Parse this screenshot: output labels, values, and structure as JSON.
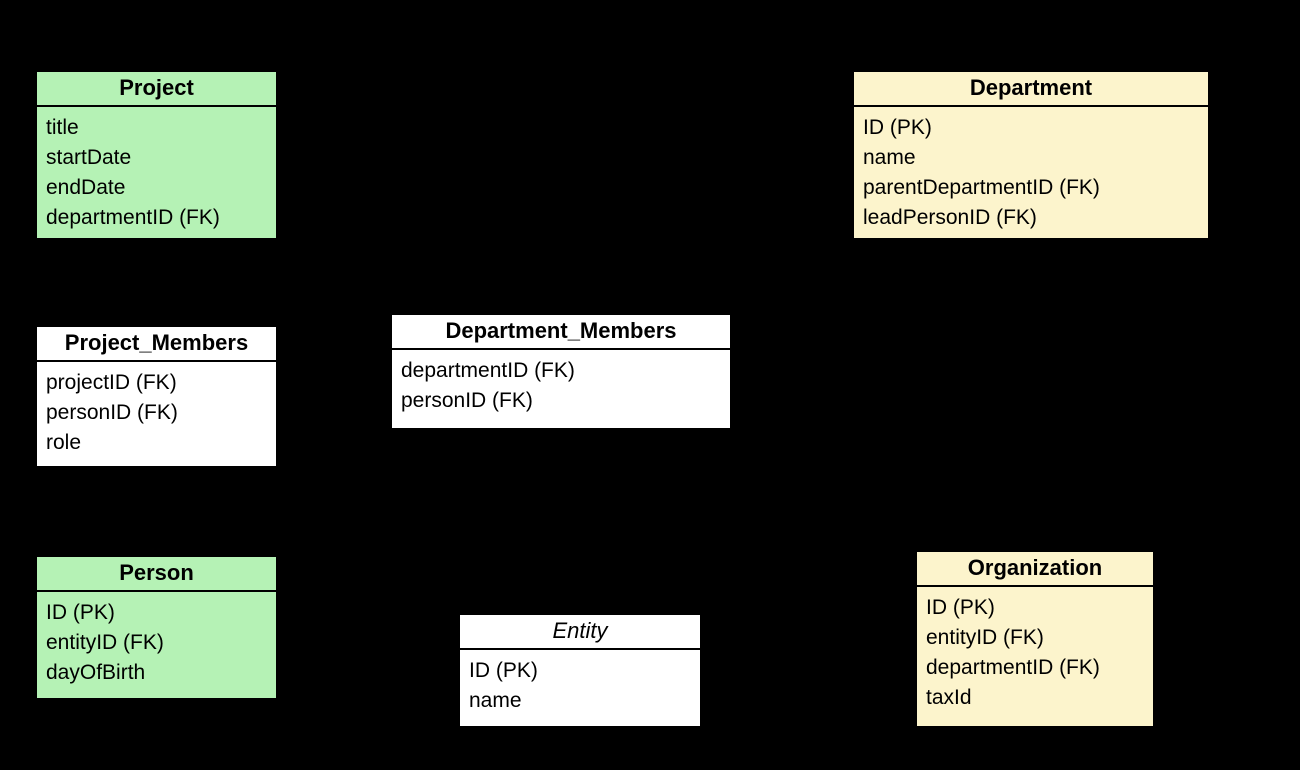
{
  "diagram": {
    "background": "#000000",
    "colors": {
      "green_fill": "#b5f2b5",
      "yellow_fill": "#fcf4cc",
      "white_fill": "#ffffff",
      "border": "#000000",
      "text": "#000000"
    },
    "tables": {
      "project": {
        "title": "Project",
        "fill": "#b5f2b5",
        "fields": [
          "title",
          "startDate",
          "endDate",
          "departmentID (FK)"
        ]
      },
      "department": {
        "title": "Department",
        "fill": "#fcf4cc",
        "fields": [
          "ID (PK)",
          "name",
          "parentDepartmentID (FK)",
          "leadPersonID (FK)"
        ]
      },
      "project_members": {
        "title": "Project_Members",
        "fill": "#ffffff",
        "fields": [
          "projectID (FK)",
          "personID (FK)",
          "role"
        ]
      },
      "department_members": {
        "title": "Department_Members",
        "fill": "#ffffff",
        "fields": [
          "departmentID (FK)",
          "personID (FK)"
        ]
      },
      "person": {
        "title": "Person",
        "fill": "#b5f2b5",
        "fields": [
          "ID (PK)",
          "entityID (FK)",
          "dayOfBirth"
        ]
      },
      "entity": {
        "title": "Entity",
        "fill": "#ffffff",
        "abstract": true,
        "fields": [
          "ID (PK)",
          "name"
        ]
      },
      "organization": {
        "title": "Organization",
        "fill": "#fcf4cc",
        "fields": [
          "ID (PK)",
          "entityID (FK)",
          "departmentID (FK)",
          "taxId"
        ]
      }
    }
  }
}
